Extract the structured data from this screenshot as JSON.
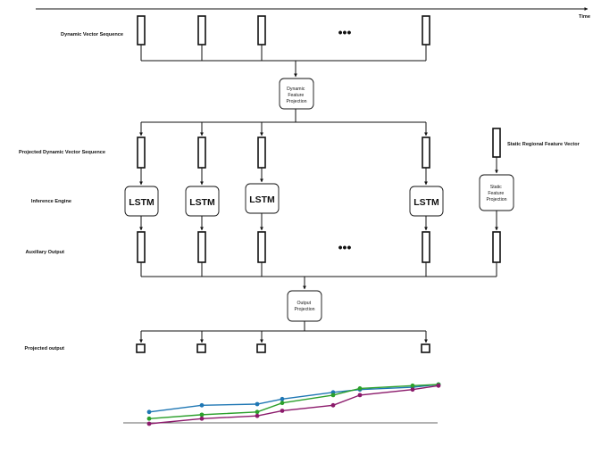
{
  "time_label": "Time",
  "labels": {
    "dynamic_vector_sequence": "Dynamic Vector Sequence",
    "projected_dynamic_vector_sequence": "Projected Dynamic Vector Sequence",
    "inference_engine": "Inference Engine",
    "auxiliary_output": "Auxiliary Output",
    "projected_output": "Projected output",
    "static_regional_feature_vector": "Static Regional Feature Vector"
  },
  "nodes": {
    "dynamic_feature_projection": [
      "Dynamic",
      "Feature",
      "Projection"
    ],
    "static_feature_projection": [
      "Static",
      "Feature",
      "Projection"
    ],
    "output_projection": [
      "Output",
      "Projection"
    ],
    "lstm": "LSTM"
  },
  "ellipsis": "•••",
  "chart_data": {
    "type": "line",
    "title": "",
    "xlabel": "",
    "ylabel": "",
    "grid": false,
    "series": [
      {
        "color": "#1f77b4",
        "values": [
          0.3,
          0.47,
          0.5,
          0.63,
          0.8,
          0.87,
          0.93,
          1.0
        ]
      },
      {
        "color": "#2ca02c",
        "values": [
          0.13,
          0.23,
          0.3,
          0.53,
          0.73,
          0.9,
          0.97,
          1.0
        ]
      },
      {
        "color": "#8b1a6b",
        "values": [
          0.0,
          0.13,
          0.2,
          0.33,
          0.47,
          0.73,
          0.87,
          0.97
        ]
      }
    ]
  }
}
